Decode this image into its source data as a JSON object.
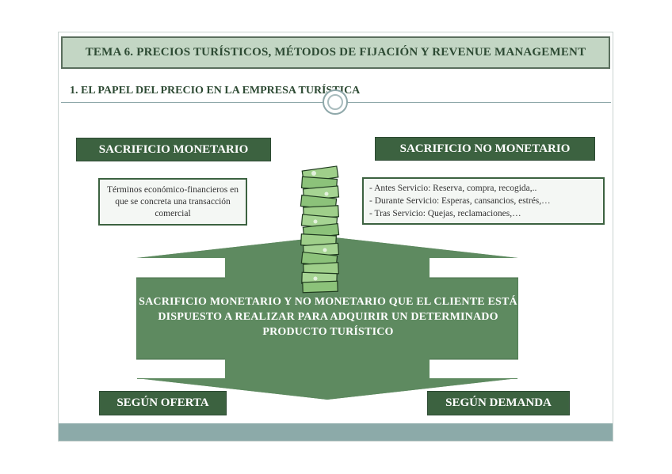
{
  "header": {
    "title": "TEMA 6. PRECIOS TURÍSTICOS, MÉTODOS DE FIJACIÓN Y REVENUE MANAGEMENT"
  },
  "section": {
    "title": "1. EL PAPEL DEL PRECIO EN LA EMPRESA TURÍSTICA"
  },
  "left": {
    "label": "SACRIFICIO MONETARIO",
    "note": "Términos económico-financieros en que se concreta una transacción comercial"
  },
  "right": {
    "label": "SACRIFICIO NO MONETARIO",
    "items": [
      "- Antes Servicio: Reserva, compra, recogida,..",
      "- Durante Servicio: Esperas, cansancios, estrés,…",
      "- Tras Servicio: Quejas, reclamaciones,…"
    ]
  },
  "center": {
    "text": "SACRIFICIO MONETARIO Y NO MONETARIO QUE EL CLIENTE ESTÁ DISPUESTO A REALIZAR PARA ADQUIRIR UN DETERMINADO PRODUCTO TURÍSTICO"
  },
  "bottom": {
    "left_label": "SEGÚN OFERTA",
    "right_label": "SEGÚN DEMANDA"
  },
  "colors": {
    "dark_green": "#3c6240",
    "arrow_green": "#5e8a60",
    "title_bg": "#c3d6c4",
    "band": "#8caaa9"
  },
  "icons": {
    "center_image": "money-stack-icon",
    "divider": "circle-divider-icon"
  }
}
